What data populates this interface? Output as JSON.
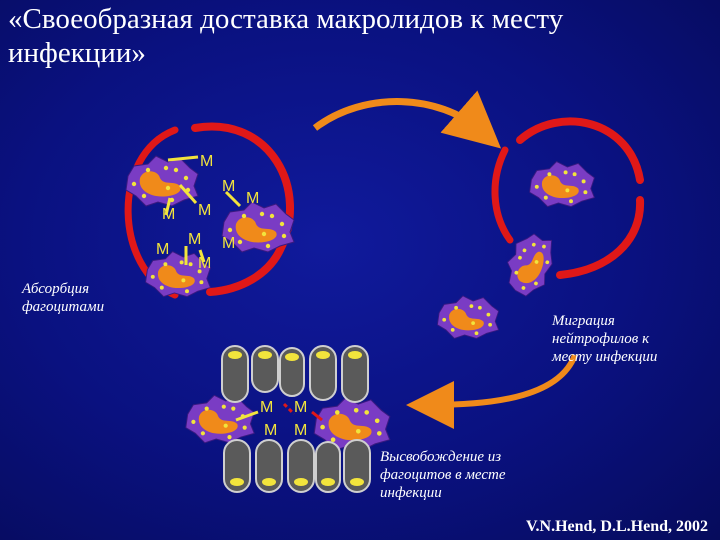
{
  "title": "«Своеобразная доставка макролидов к месту инфекции»",
  "captions": {
    "absorption": [
      "Абсорбция",
      "фагоцитами"
    ],
    "migration": [
      "Миграция",
      "нейтрофилов к",
      "месту инфекции"
    ],
    "release": [
      "Высвобождение из",
      "фагоцитов в месте",
      "инфекции"
    ]
  },
  "drug_label": "M",
  "credit": "V.N.Hend, D.L.Hend, 2002",
  "colors": {
    "background": "#0a1180",
    "vessel": "#e01818",
    "arrow": "#f08a1a",
    "cell": "#7a3cc4",
    "nucleus": "#f08a1a",
    "drug": "#f2e43c"
  }
}
